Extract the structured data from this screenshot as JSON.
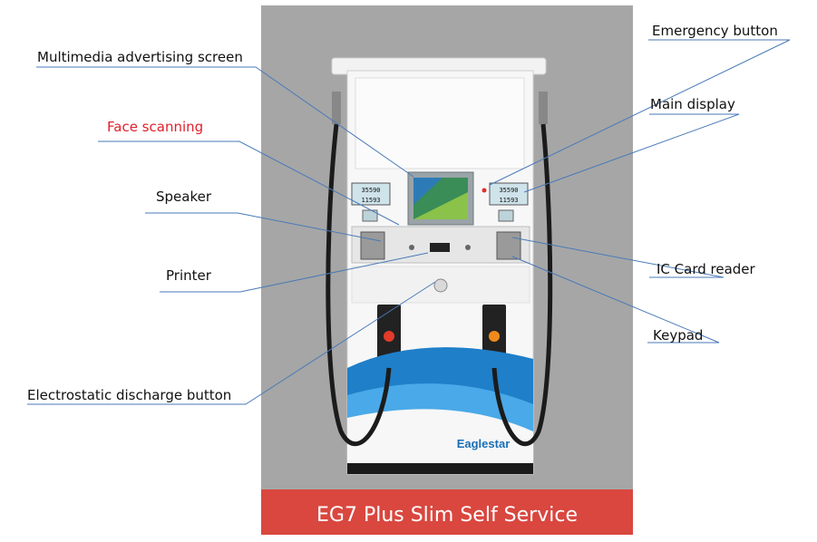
{
  "labels": {
    "multimedia": "Multimedia advertising screen",
    "face": "Face scanning",
    "speaker": "Speaker",
    "printer": "Printer",
    "esd": "Electrostatic discharge button",
    "emergency": "Emergency button",
    "main_display": "Main display",
    "ic_card": "IC Card reader",
    "keypad": "Keypad"
  },
  "pump": {
    "brand": "Eaglestar",
    "display_digits_1": "35590",
    "display_digits_2": "11593"
  },
  "banner": "EG7 Plus Slim Self Service",
  "colors": {
    "panel_bg": "#a6a6a6",
    "banner_bg": "#d9473f",
    "face_label": "#e0202a",
    "pump_blue": "#1f7fc9",
    "leader_line": "#4a7ab8"
  }
}
